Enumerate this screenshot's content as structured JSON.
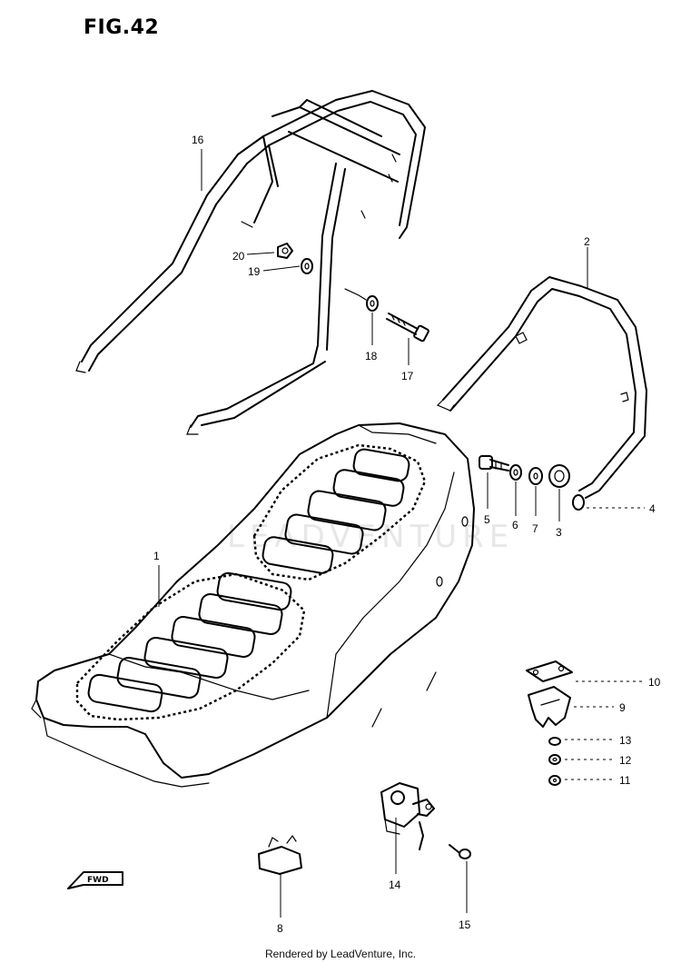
{
  "figure": {
    "title": "FIG.42",
    "footer": "Rendered by LeadVenture, Inc.",
    "watermark": "LEADVENTURE",
    "fwd_label": "FWD"
  },
  "callouts": [
    {
      "id": "1",
      "label": "1"
    },
    {
      "id": "2",
      "label": "2"
    },
    {
      "id": "3",
      "label": "3"
    },
    {
      "id": "4",
      "label": "4"
    },
    {
      "id": "5",
      "label": "5"
    },
    {
      "id": "6",
      "label": "6"
    },
    {
      "id": "7",
      "label": "7"
    },
    {
      "id": "8",
      "label": "8"
    },
    {
      "id": "9",
      "label": "9"
    },
    {
      "id": "10",
      "label": "10"
    },
    {
      "id": "11",
      "label": "11"
    },
    {
      "id": "12",
      "label": "12"
    },
    {
      "id": "13",
      "label": "13"
    },
    {
      "id": "14",
      "label": "14"
    },
    {
      "id": "15",
      "label": "15"
    },
    {
      "id": "16",
      "label": "16"
    },
    {
      "id": "17",
      "label": "17"
    },
    {
      "id": "18",
      "label": "18"
    },
    {
      "id": "19",
      "label": "19"
    },
    {
      "id": "20",
      "label": "20"
    }
  ]
}
